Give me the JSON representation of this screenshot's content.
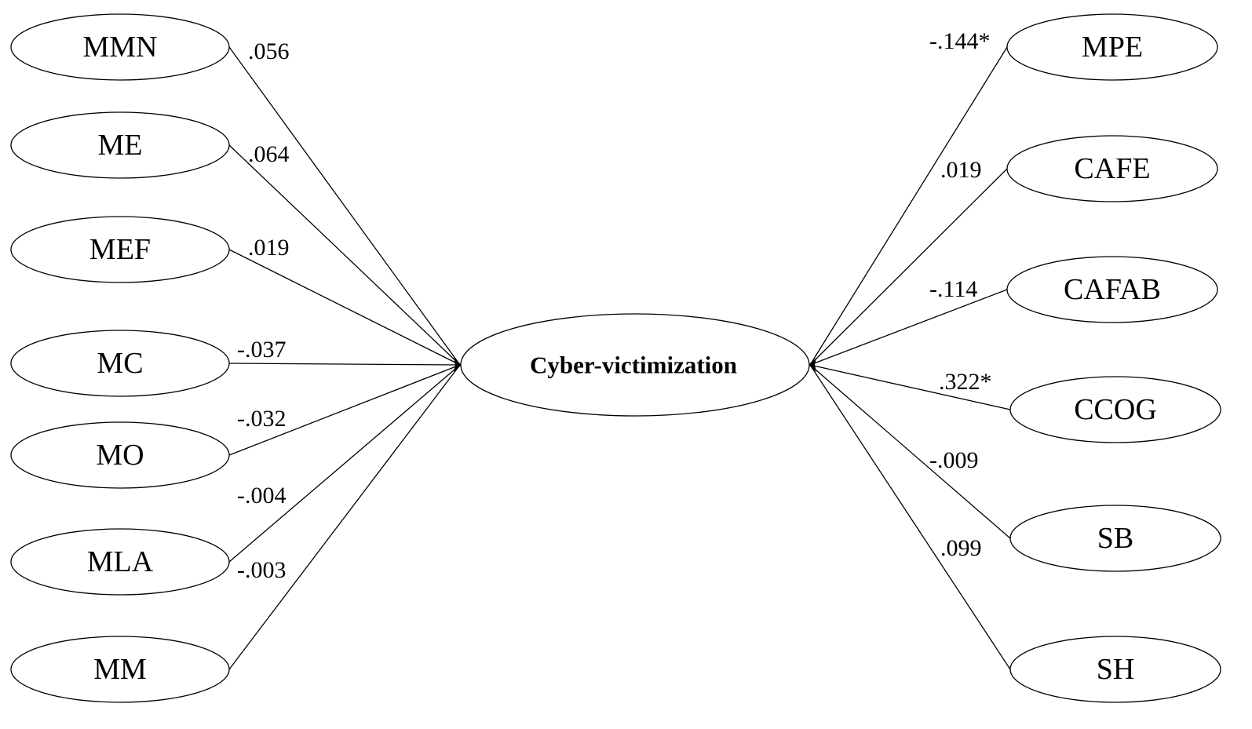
{
  "center": {
    "label": "Cyber-victimization"
  },
  "left_nodes": [
    {
      "label": "MMN",
      "coef": ".056"
    },
    {
      "label": "ME",
      "coef": ".064"
    },
    {
      "label": "MEF",
      "coef": ".019"
    },
    {
      "label": "MC",
      "coef": "-.037"
    },
    {
      "label": "MO",
      "coef": "-.032"
    },
    {
      "label": "MLA",
      "coef": "-.004"
    },
    {
      "label": "MM",
      "coef": "-.003"
    }
  ],
  "right_nodes": [
    {
      "label": "MPE",
      "coef": "-.144*"
    },
    {
      "label": "CAFE",
      "coef": ".019"
    },
    {
      "label": "CAFAB",
      "coef": "-.114"
    },
    {
      "label": "CCOG",
      "coef": ".322*"
    },
    {
      "label": "SB",
      "coef": "-.009"
    },
    {
      "label": "SH",
      "coef": ".099"
    }
  ],
  "colors": {
    "stroke": "#000000",
    "fill": "#ffffff",
    "text": "#000000"
  }
}
